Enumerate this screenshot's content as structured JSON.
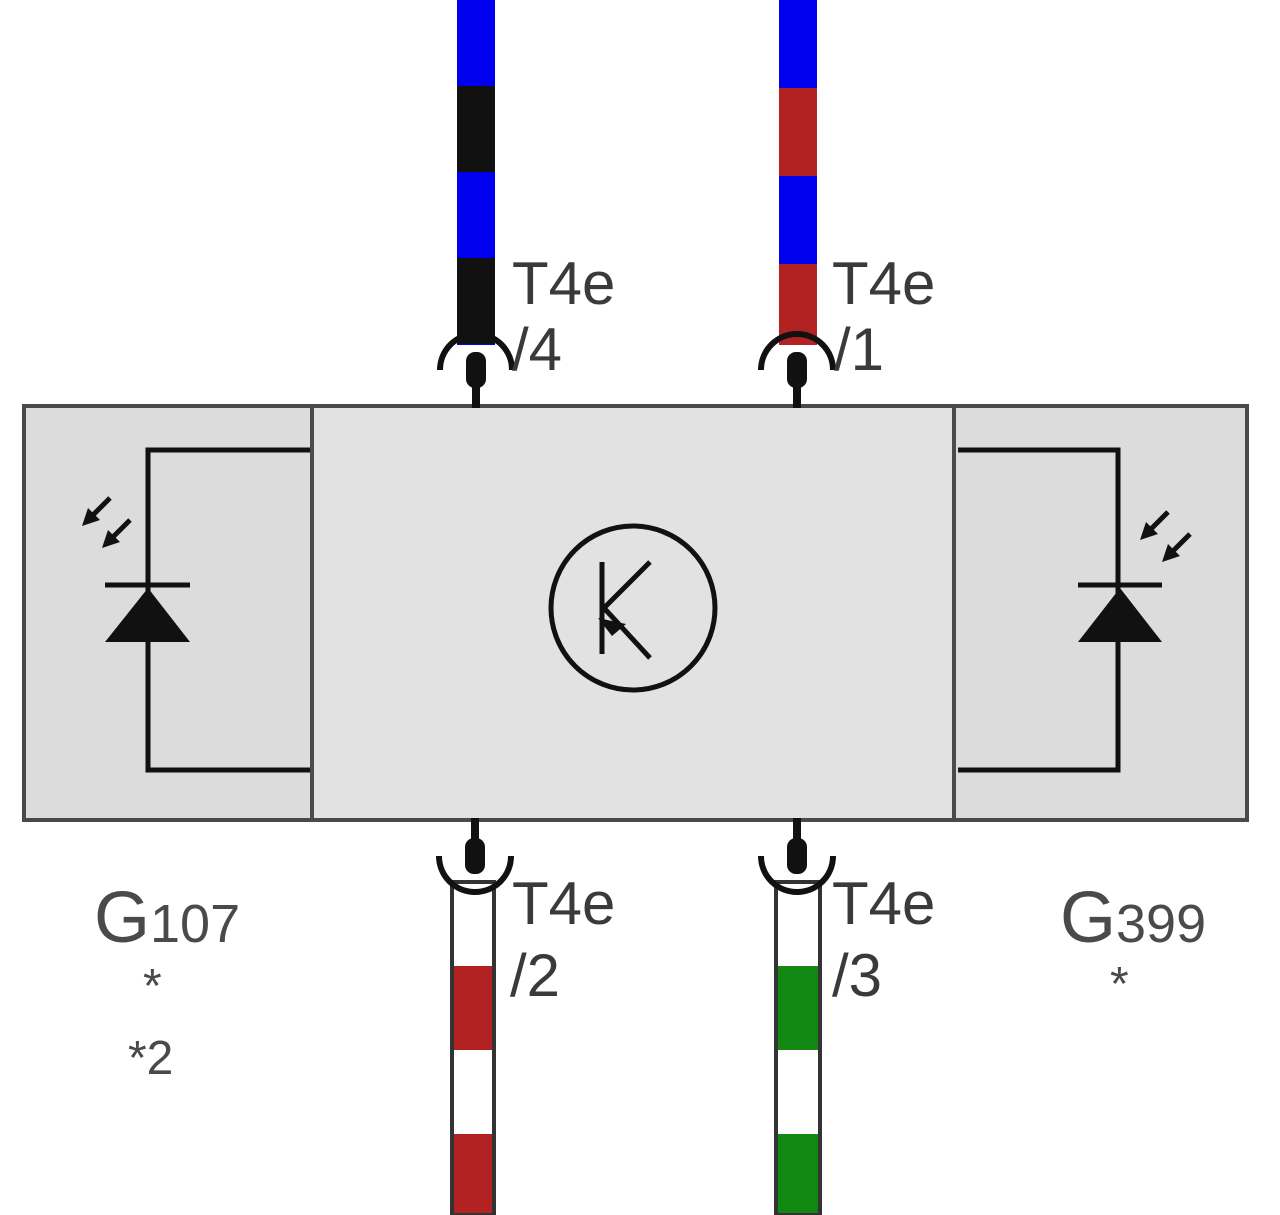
{
  "wires": [
    {
      "id": "t4e-4",
      "connector": "T4e",
      "pin": "/4",
      "colors": [
        "#0000ee",
        "#111111"
      ]
    },
    {
      "id": "t4e-1",
      "connector": "T4e",
      "pin": "/1",
      "colors": [
        "#0000ee",
        "#b22222"
      ]
    },
    {
      "id": "t4e-2",
      "connector": "T4e",
      "pin": "/2",
      "colors": [
        "#ffffff",
        "#b22222"
      ]
    },
    {
      "id": "t4e-3",
      "connector": "T4e",
      "pin": "/3",
      "colors": [
        "#ffffff",
        "#118811"
      ]
    }
  ],
  "components": {
    "left": {
      "letter": "G",
      "number": "107",
      "mark": "*",
      "note": "*2"
    },
    "right": {
      "letter": "G",
      "number": "399",
      "mark": "*"
    }
  },
  "colors": {
    "housing_fill": "#dcdcdc",
    "center_fill": "#e2e2e2",
    "outline": "#4a4a4a",
    "symbol": "#111111"
  },
  "symbols": {
    "left_sensor": "photodiode-icon",
    "right_sensor": "photodiode-icon",
    "center": "transistor-icon"
  }
}
